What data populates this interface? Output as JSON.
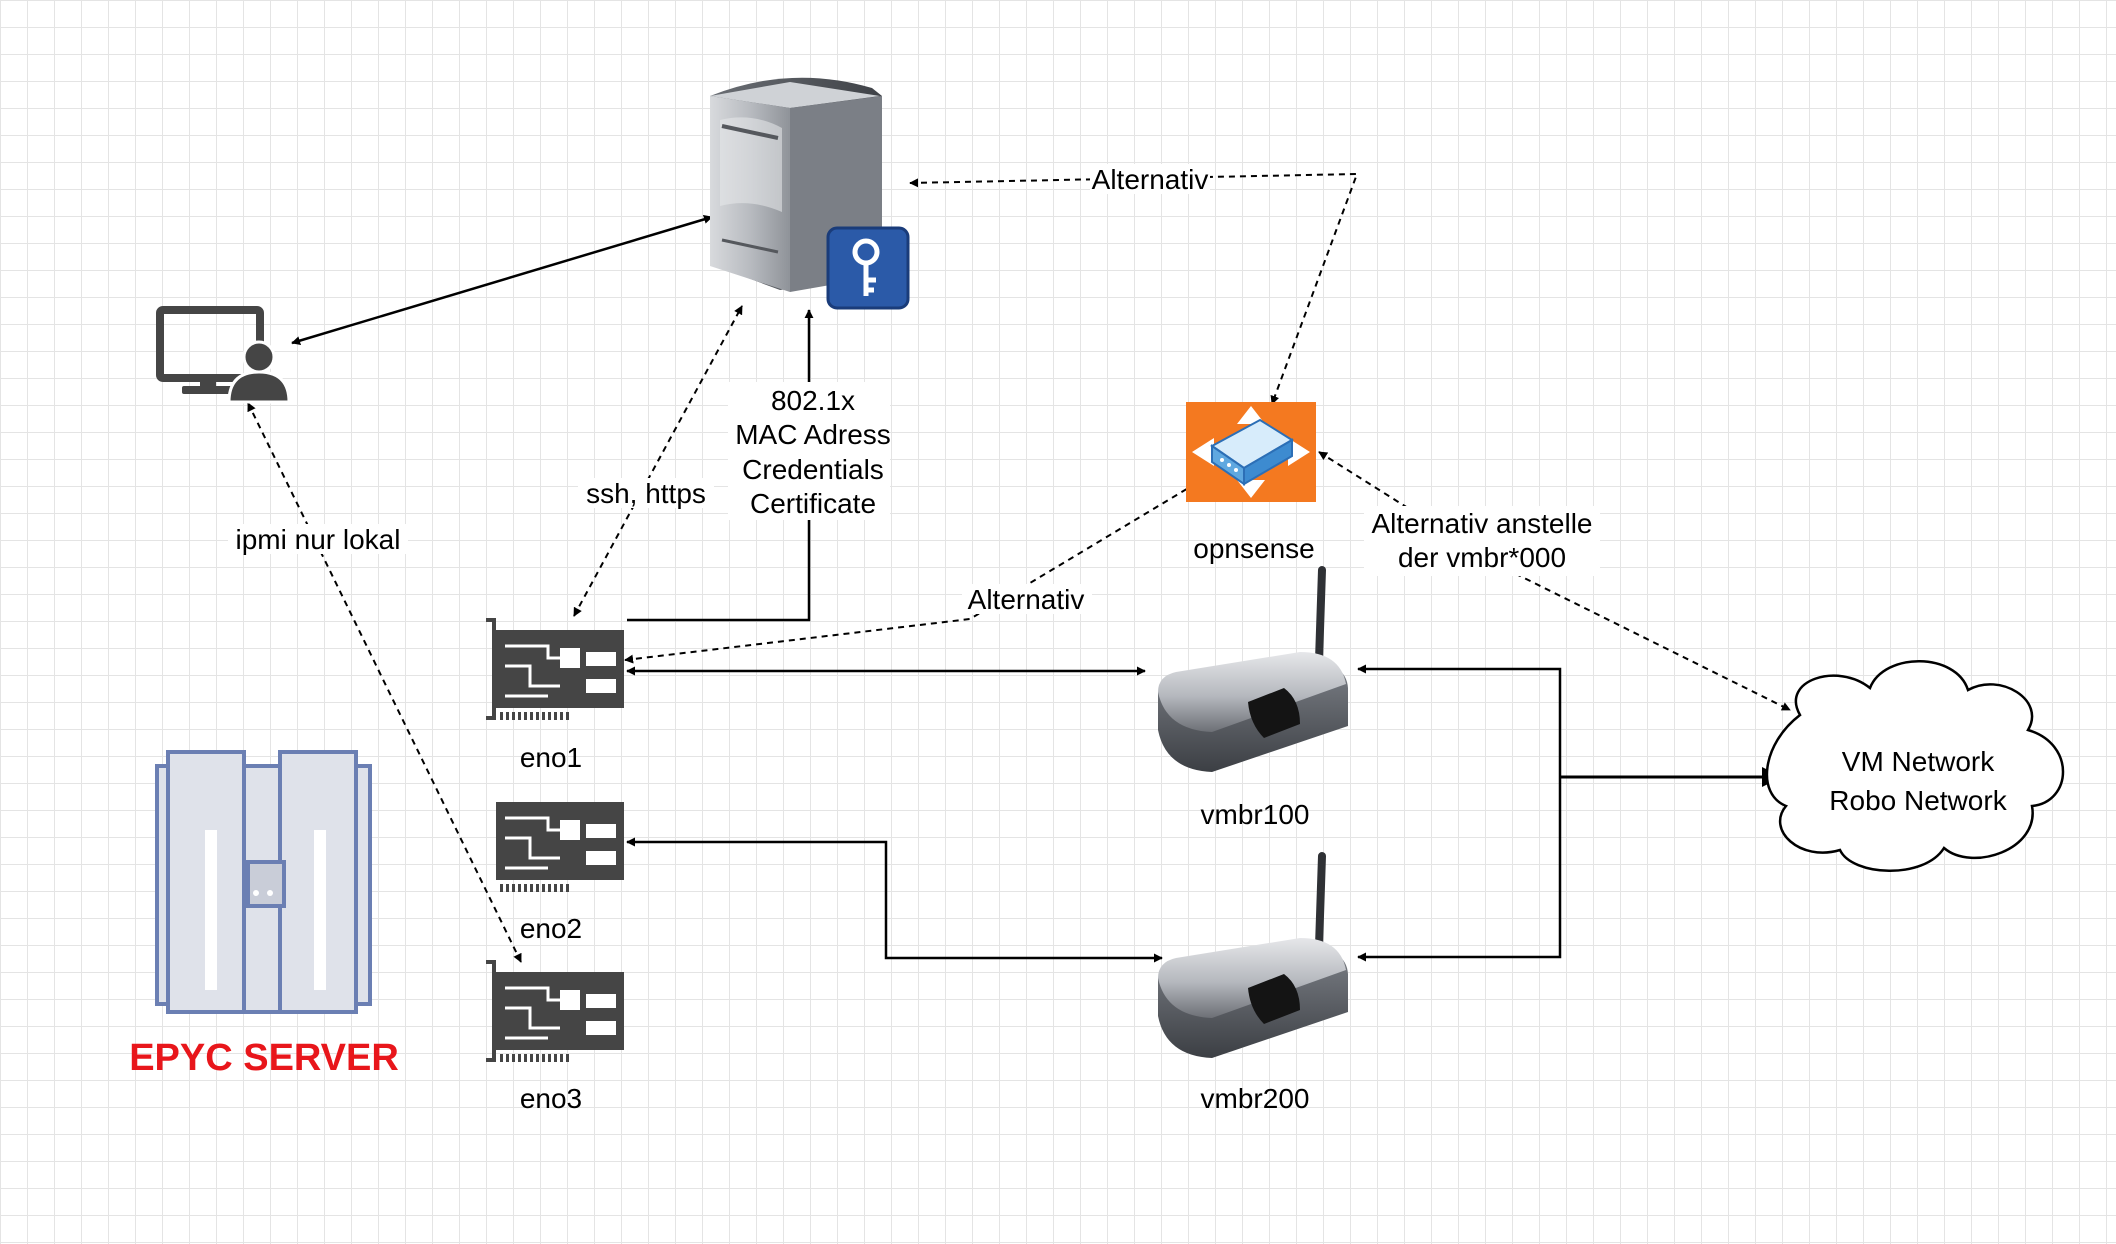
{
  "labels": {
    "server_title": "EPYC SERVER",
    "eno1": "eno1",
    "eno2": "eno2",
    "eno3": "eno3",
    "vmbr100": "vmbr100",
    "vmbr200": "vmbr200",
    "opnsense": "opnsense",
    "cloud_line1": "VM Network",
    "cloud_line2": "Robo Network"
  },
  "edge_labels": {
    "alternativ_top": "Alternativ",
    "alternativ_mid": "Alternativ",
    "ssh_https": "ssh, https",
    "ipmi": "ipmi nur lokal",
    "auth_line1": "802.1x",
    "auth_line2": "MAC Adress",
    "auth_line3": "Credentials",
    "auth_line4": "Certificate",
    "alt_anstelle_line1": "Alternativ anstelle",
    "alt_anstelle_line2": "der vmbr*000"
  },
  "colors": {
    "server_title": "#e8161b",
    "opnsense_orange": "#f47920",
    "key_badge": "#2b5aa8",
    "epyc_rack": "#6b7fb3",
    "nic_dark": "#454545"
  },
  "icons": {
    "auth_server": "server-with-key-icon",
    "admin_pc": "computer-user-icon",
    "epyc": "server-rack-icon",
    "nic": "network-card-icon",
    "bridge": "wireless-router-icon",
    "firewall": "opnsense-firewall-icon",
    "network": "cloud-icon"
  }
}
